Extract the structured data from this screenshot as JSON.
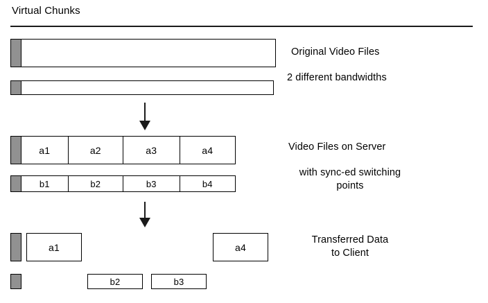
{
  "page": {
    "title": "Virtual Chunks",
    "background_color": "#ffffff",
    "line_color": "#1a1a1a",
    "chunk_fill_color": "#ffffff",
    "marker_color": "#919191"
  },
  "sections": {
    "original": {
      "caption_primary": "Original Video Files",
      "caption_secondary": "2 different bandwidths",
      "bars": [
        {
          "label": "",
          "marker": "stream-marker-a"
        },
        {
          "label": "",
          "marker": "stream-marker-b"
        }
      ]
    },
    "server": {
      "caption_primary": "Video Files on Server",
      "caption_secondary": "with sync-ed switching\npoints",
      "rows": [
        {
          "name": "stream-a",
          "chunks": [
            "a1",
            "a2",
            "a3",
            "a4"
          ]
        },
        {
          "name": "stream-b",
          "chunks": [
            "b1",
            "b2",
            "b3",
            "b4"
          ]
        }
      ]
    },
    "client": {
      "caption_primary": "Transferred Data\nto Client",
      "rows": [
        {
          "name": "stream-a",
          "chunks": [
            "a1",
            "a4"
          ]
        },
        {
          "name": "stream-b",
          "chunks": [
            "b2",
            "b3"
          ]
        }
      ]
    }
  },
  "arrows": [
    {
      "name": "arrow-original-to-server",
      "direction": "down"
    },
    {
      "name": "arrow-server-to-client",
      "direction": "down"
    }
  ]
}
